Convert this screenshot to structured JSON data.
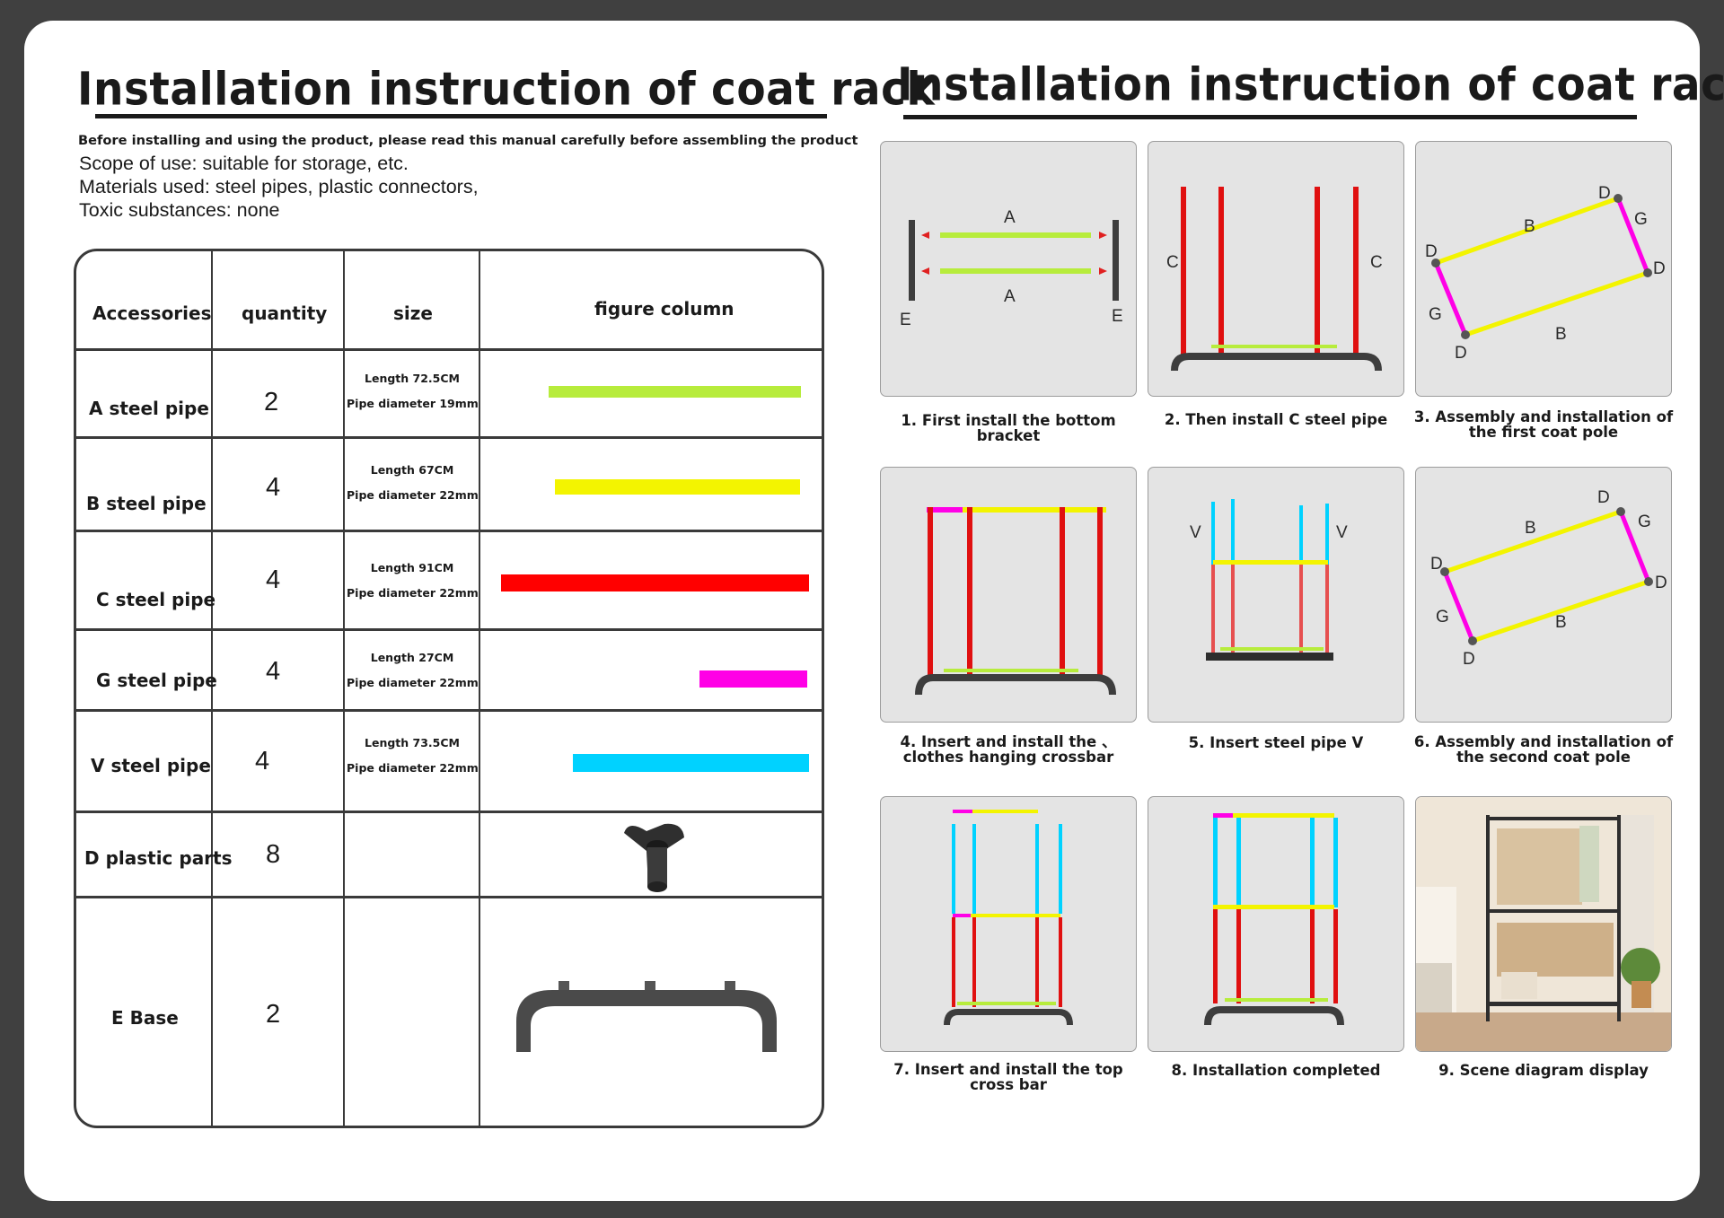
{
  "left": {
    "title": "Installation instruction of coat rack",
    "notice": "Before installing and using the product, please read this manual carefully before assembling the product",
    "scope": "Scope of use: suitable for storage, etc.",
    "materials": "Materials used: steel pipes, plastic connectors,",
    "toxic": "Toxic substances: none"
  },
  "table": {
    "headers": [
      "Accessories",
      "quantity",
      "size",
      "figure column"
    ],
    "rows": [
      {
        "name": "A steel pipe",
        "qty": "2",
        "length": "Length 72.5CM",
        "diameter": "Pipe diameter 19mm",
        "color": "#b7ec3c"
      },
      {
        "name": "B steel pipe",
        "qty": "4",
        "length": "Length 67CM",
        "diameter": "Pipe diameter 22mm",
        "color": "#f3f400"
      },
      {
        "name": "C steel pipe",
        "qty": "4",
        "length": "Length 91CM",
        "diameter": "Pipe diameter 22mm",
        "color": "#ff0000"
      },
      {
        "name": "G steel pipe",
        "qty": "4",
        "length": "Length 27CM",
        "diameter": "Pipe diameter 22mm",
        "color": "#ff00e6"
      },
      {
        "name": "V steel pipe",
        "qty": "4",
        "length": "Length 73.5CM",
        "diameter": "Pipe diameter 22mm",
        "color": "#00d2ff"
      },
      {
        "name": "D plastic parts",
        "qty": "8",
        "length": "",
        "diameter": ""
      },
      {
        "name": "E Base",
        "qty": "2",
        "length": "",
        "diameter": ""
      }
    ]
  },
  "right": {
    "title": "Installation instruction of coat rack",
    "steps": [
      {
        "caption": "1. First install the bottom bracket"
      },
      {
        "caption": "2. Then install C steel pipe"
      },
      {
        "caption": "3. Assembly and installation of the first coat pole"
      },
      {
        "caption": "4. Insert and install the 、 clothes hanging crossbar"
      },
      {
        "caption": "5. Insert steel pipe V"
      },
      {
        "caption": "6. Assembly and installation of the second coat pole"
      },
      {
        "caption": "7. Insert and install the top cross bar"
      },
      {
        "caption": "8. Installation completed"
      },
      {
        "caption": "9. Scene diagram display"
      }
    ],
    "labels": {
      "a": "A",
      "b": "B",
      "c": "C",
      "d": "D",
      "e": "E",
      "g": "G",
      "v": "V"
    }
  },
  "colors": {
    "a_pipe": "#b7ec3c",
    "b_pipe": "#f3f400",
    "c_pipe": "#ff0000",
    "g_pipe": "#ff00e6",
    "v_pipe": "#00d2ff",
    "base": "#4a4a4a",
    "panel_bg": "#e4e4e4"
  }
}
